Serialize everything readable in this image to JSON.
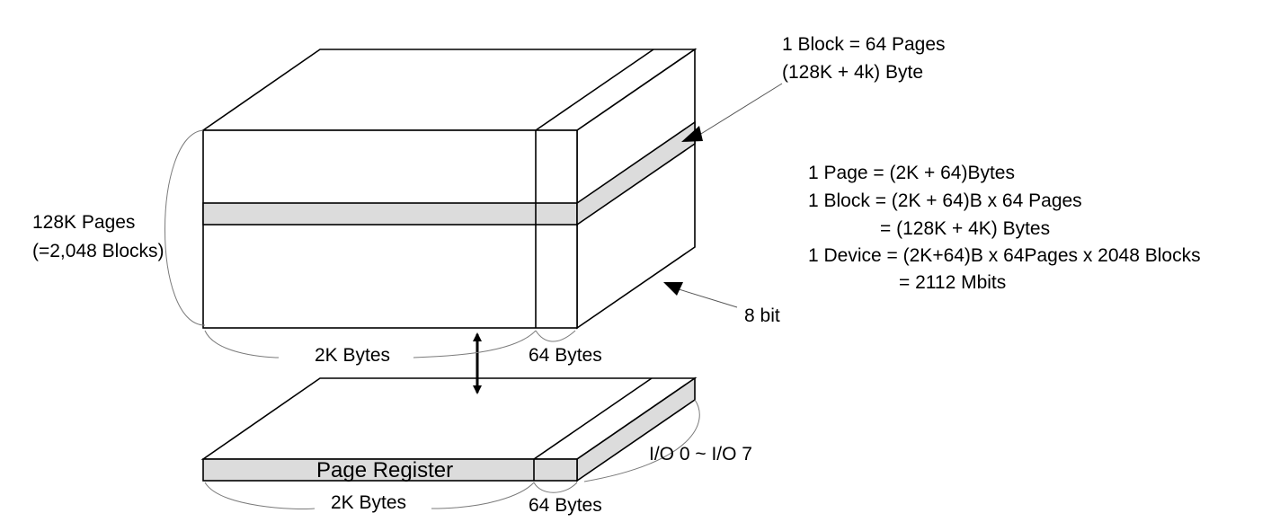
{
  "labels": {
    "block_top": "1 Block = 64 Pages",
    "block_size": "(128K + 4k) Byte",
    "pages": "128K Pages",
    "blocks": "(=2,048 Blocks)",
    "bit_width": "8 bit",
    "main_2k": "2K Bytes",
    "main_64": "64 Bytes",
    "register_title": "Page Register",
    "register_2k": "2K Bytes",
    "register_64": "64 Bytes",
    "io": "I/O 0 ~ I/O 7"
  },
  "formulas": [
    "1 Page = (2K + 64)Bytes",
    "1 Block = (2K + 64)B x 64 Pages",
    "= (128K + 4K) Bytes",
    "1 Device = (2K+64)B x 64Pages x 2048 Blocks",
    "= 2112 Mbits"
  ],
  "colors": {
    "line": "#000000",
    "band_fill": "#dcdcdc",
    "brace": "#7a7a7a"
  }
}
